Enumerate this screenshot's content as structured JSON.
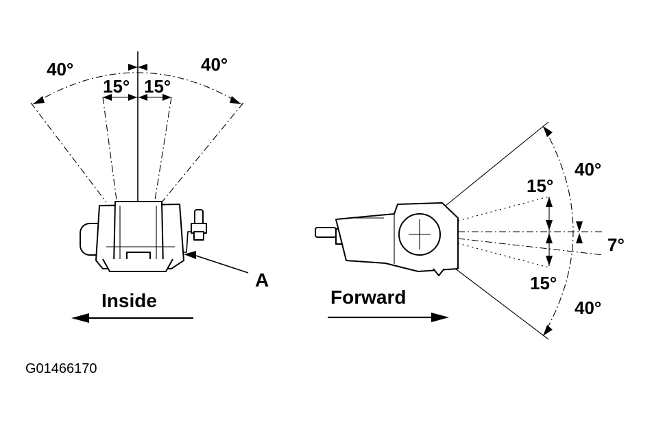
{
  "figure": {
    "left_view": {
      "angle_outer_left": "40°",
      "angle_outer_right": "40°",
      "angle_inner_left": "15°",
      "angle_inner_right": "15°",
      "callout_label": "A",
      "direction_label": "Inside"
    },
    "right_view": {
      "angle_upper_outer": "40°",
      "angle_upper_inner": "15°",
      "angle_offset": "7°",
      "angle_lower_inner": "15°",
      "angle_lower_outer": "40°",
      "direction_label": "Forward"
    },
    "image_code": "G01466170"
  }
}
